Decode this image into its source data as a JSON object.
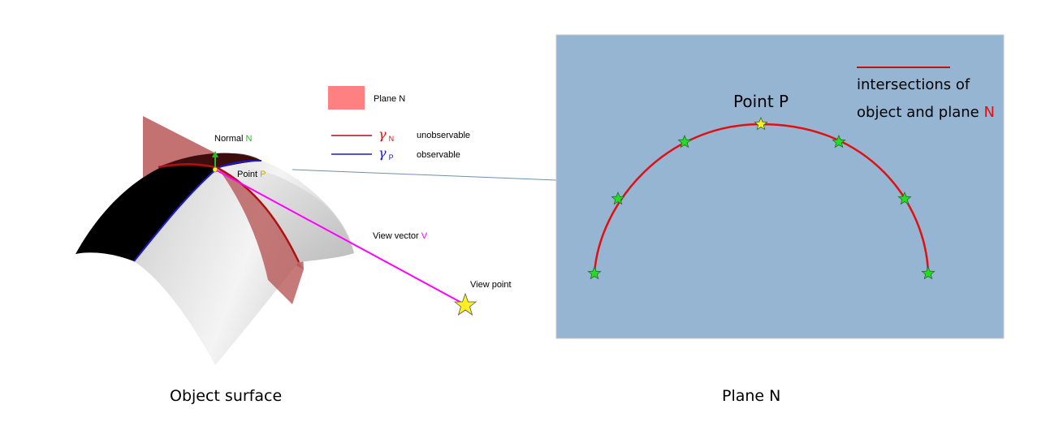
{
  "surface": {
    "normal_label": "Normal",
    "normal_symbol": "N",
    "point_label": "Point",
    "point_symbol": "P",
    "view_vector_label": "View vector",
    "view_vector_symbol": "V",
    "view_point_label": "View point",
    "caption": "Object surface"
  },
  "legend": {
    "plane_label": "Plane N",
    "gamma_n_symbol": "γ",
    "gamma_n_sub": "N",
    "gamma_n_label": "unobservable",
    "gamma_p_symbol": "γ",
    "gamma_p_sub": "P",
    "gamma_p_label": "observable"
  },
  "plane_panel": {
    "point_label": "Point P",
    "legend_line1": "intersections of",
    "legend_line2": "object and plane",
    "legend_symbol": "N",
    "caption": "Plane N"
  },
  "colors": {
    "plane_fill": "#f08080",
    "plane_dark": "#a03030",
    "gamma_n": "#b01010",
    "gamma_p": "#1a1ad0",
    "view_vector": "#ff00ff",
    "normal_green": "#22bb22",
    "panel_bg": "#95b5d3",
    "arc_red": "#e01010",
    "star_green": "#22dd22",
    "star_yellow": "#ffee22"
  },
  "icons": {
    "view_point": "star-icon",
    "samples": "star-icon"
  }
}
